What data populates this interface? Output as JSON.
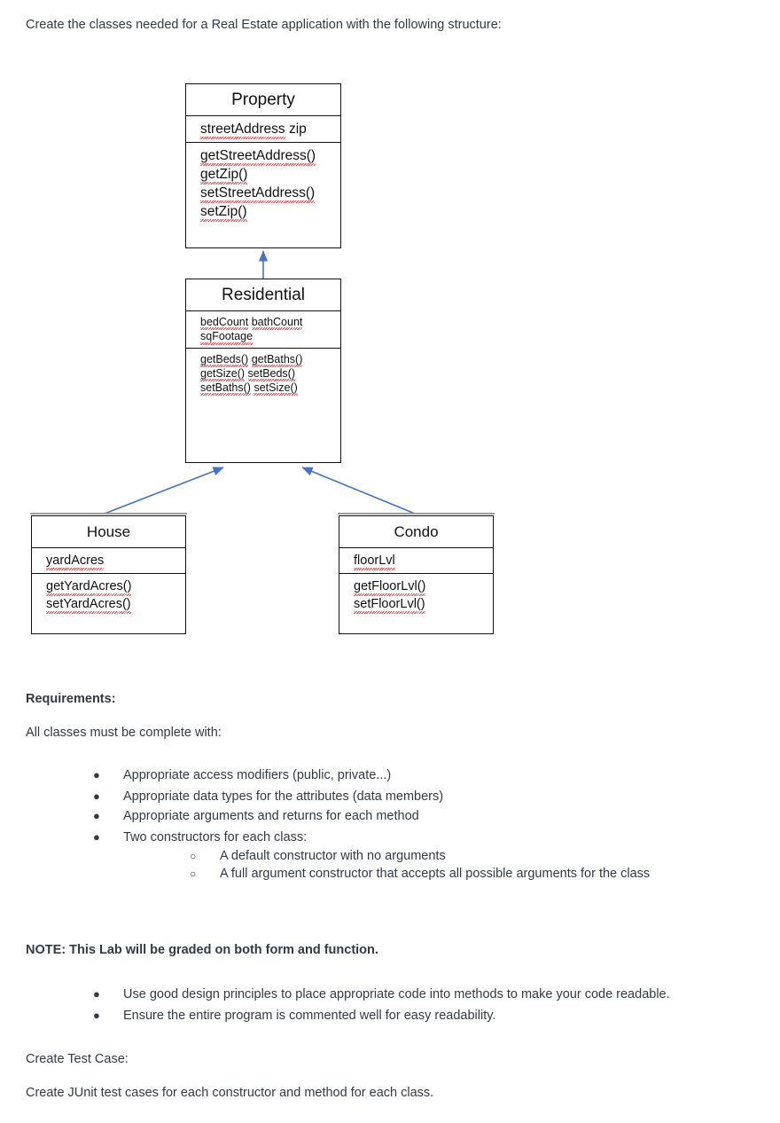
{
  "document": {
    "intro": "Create the classes needed for a Real Estate application with the following structure:",
    "requirements_heading": "Requirements:",
    "requirements_intro": "All classes must be complete with:",
    "requirements_bullets": [
      "Appropriate access modifiers (public, private...)",
      "Appropriate data types for the attributes (data members)",
      "Appropriate arguments and returns for each method",
      "Two constructors for each class:"
    ],
    "requirements_subbullets": [
      "A default constructor with no arguments",
      "A full argument constructor that accepts all possible arguments for the class"
    ],
    "note": "NOTE:  This Lab will be graded on both form and function.",
    "note_bullets": [
      "Use good design principles to place appropriate code into methods to make your code readable.",
      "Ensure the entire program is commented well for easy readability."
    ],
    "test_case_heading": "Create Test Case:",
    "test_case_body": "Create JUnit test cases for each constructor and method for each class.",
    "bullet_glyph": "●",
    "subbullet_glyph": "○"
  },
  "diagram": {
    "type": "uml-class-diagram",
    "arrow_color": "#4472c4",
    "border_color": "#111111",
    "classes": [
      {
        "name": "Property",
        "attributes": [
          "streetAddress",
          "zip"
        ],
        "methods": [
          "getStreetAddress()",
          "getZip()",
          "setStreetAddress()",
          "setZip()"
        ]
      },
      {
        "name": "Residential",
        "attributes": [
          "bedCount",
          "bathCount",
          "sqFootage"
        ],
        "methods": [
          "getBeds()",
          "getBaths()",
          "getSize()",
          "setBeds()",
          "setBaths()",
          "setSize()"
        ]
      },
      {
        "name": "House",
        "attributes": [
          "yardAcres"
        ],
        "methods": [
          "getYardAcres()",
          "setYardAcres()"
        ]
      },
      {
        "name": "Condo",
        "attributes": [
          "floorLvl"
        ],
        "methods": [
          "getFloorLvl()",
          "setFloorLvl()"
        ]
      }
    ],
    "relationships": [
      {
        "from": "Residential",
        "to": "Property",
        "kind": "inheritance"
      },
      {
        "from": "House",
        "to": "Residential",
        "kind": "inheritance"
      },
      {
        "from": "Condo",
        "to": "Residential",
        "kind": "inheritance"
      }
    ]
  }
}
